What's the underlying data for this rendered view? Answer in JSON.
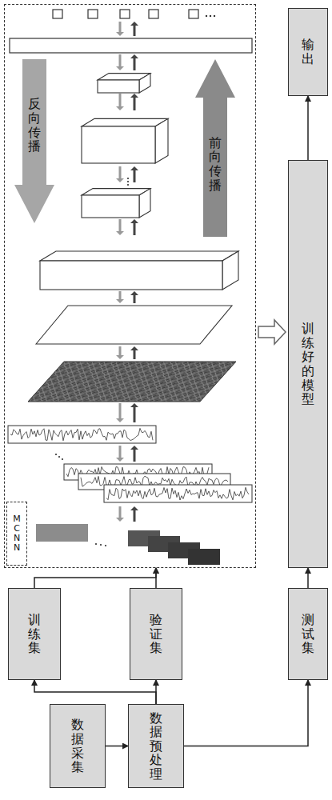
{
  "diagram": {
    "nodes": [
      {
        "text": [
          "数据采集"
        ]
      },
      {
        "text": [
          "数据预处理"
        ]
      },
      {
        "text": [
          "训练集"
        ]
      },
      {
        "text": [
          "验证集"
        ]
      },
      {
        "text": [
          "MCNN"
        ]
      },
      {
        "text": [
          "反向传播"
        ],
        "in": 4
      },
      {
        "text": [
          "前向传播"
        ],
        "in": 4
      },
      {
        "text": [
          "测试集"
        ]
      },
      {
        "text": [
          "训练好的模型"
        ]
      },
      {
        "text": [
          "输出"
        ]
      }
    ],
    "edges": [
      {
        "from": 0,
        "to": 1,
        "arrow": "to"
      },
      {
        "from": 1,
        "to": 2,
        "arrow": "to"
      },
      {
        "from": 1,
        "to": 3,
        "arrow": "to"
      },
      {
        "from": 1,
        "to": 7,
        "arrow": "to"
      },
      {
        "from": 2,
        "to": 4,
        "arrow": "to"
      },
      {
        "from": 3,
        "to": 4,
        "arrow": "to"
      },
      {
        "from": 4,
        "to": 8,
        "arrow": "to"
      },
      {
        "from": 7,
        "to": 8,
        "arrow": "to"
      },
      {
        "from": 8,
        "to": 9,
        "arrow": "to"
      }
    ]
  }
}
